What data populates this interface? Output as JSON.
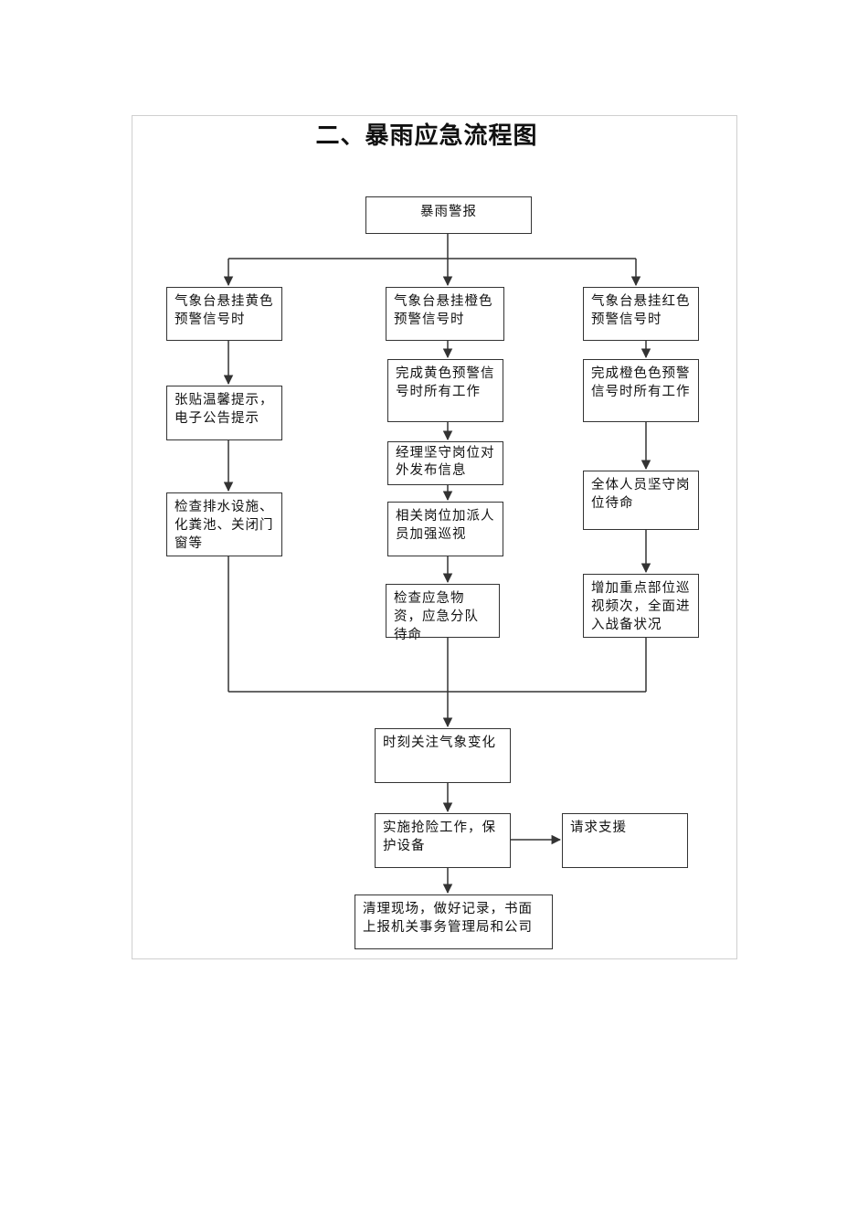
{
  "title": "二、暴雨应急流程图",
  "nodes": {
    "alarm": "暴雨警报",
    "yellow_signal": "气象台悬挂黄色预警信号时",
    "orange_signal": "气象台悬挂橙色预警信号时",
    "red_signal": "气象台悬挂红色预警信号时",
    "post_notice": "张贴温馨提示，电子公告提示",
    "check_drainage": "检查排水设施、化粪池、关闭门窗等",
    "finish_yellow": "完成黄色预警信号时所有工作",
    "manager_duty": "经理坚守岗位对外发布信息",
    "add_patrol": "相关岗位加派人员加强巡视",
    "check_supplies": "检查应急物资，应急分队待命",
    "finish_orange": "完成橙色色预警信号时所有工作",
    "all_staff": "全体人员坚守岗位待命",
    "increase_patrol": "增加重点部位巡视频次，全面进入战备状况",
    "monitor_weather": "时刻关注气象变化",
    "rescue_work": "实施抢险工作，保护设备",
    "request_support": "请求支援",
    "cleanup_report": "清理现场，做好记录，书面上报机关事务管理局和公司"
  }
}
